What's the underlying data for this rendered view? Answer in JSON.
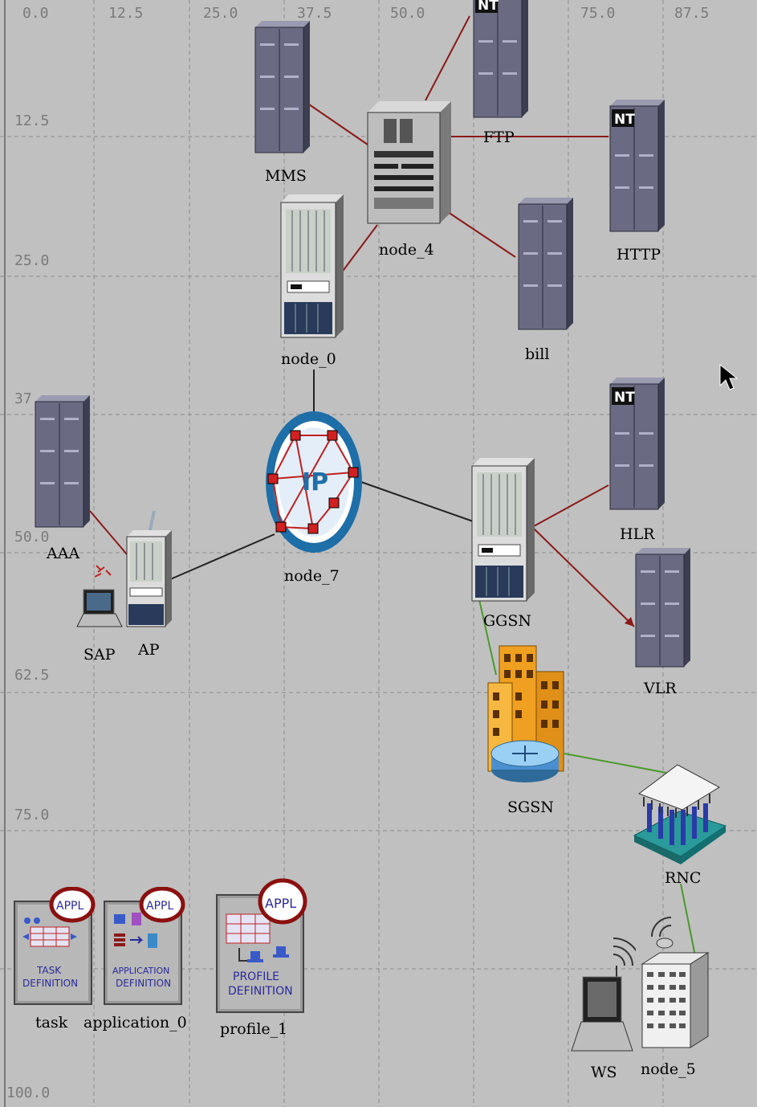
{
  "grid": {
    "x_labels": [
      "0.0",
      "12.5",
      "25.0",
      "37.5",
      "50.0",
      "75.0",
      "87.5"
    ],
    "y_labels": [
      "12.5",
      "25.0",
      "37.",
      "50.0",
      "62.5",
      "75.0",
      "100.0"
    ]
  },
  "nodes": {
    "mms": "MMS",
    "node_4": "node_4",
    "ftp": "FTP",
    "http": "HTTP",
    "node_0": "node_0",
    "bill": "bill",
    "aaa": "AAA",
    "node_7": "node_7",
    "hlr": "HLR",
    "ggsn": "GGSN",
    "vlr": "VLR",
    "sap": "SAP",
    "ap": "AP",
    "sgsn": "SGSN",
    "rnc": "RNC",
    "ws": "WS",
    "node_5": "node_5"
  },
  "server_badge": "NT",
  "ip_label": "IP",
  "config": {
    "task_badge": "APPL",
    "task_caption_1": "TASK",
    "task_caption_2": "DEFINITION",
    "application_badge": "APPL",
    "application_caption_1": "APPLICATION",
    "application_caption_2": "DEFINITION",
    "profile_badge": "APPL",
    "profile_caption_1": "PROFILE",
    "profile_caption_2": "DEFINITION",
    "task_label": "task",
    "application_label": "application_0",
    "profile_label": "profile_1"
  },
  "colors": {
    "background": "#c0c0c0",
    "grid": "#8c8c8c",
    "link_red": "#8b1a1a",
    "link_black": "#222222",
    "link_green": "#4a9a2a",
    "server": "#6a6a82",
    "ip_blue": "#1e6ea8",
    "building": "#f0a020"
  }
}
